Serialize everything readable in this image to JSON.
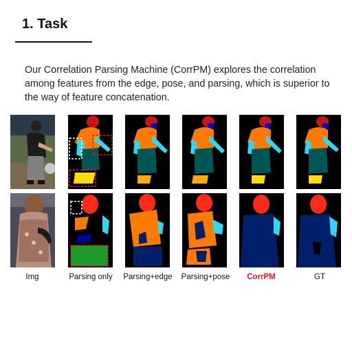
{
  "section": {
    "title": "1. Task"
  },
  "description": "Our Correlation Parsing Machine (CorrPM) explores the correlation among features from the edge, pose, and parsing, which is superior to the way of feature concatenation.",
  "columns": [
    {
      "label": "Img",
      "color": "#111111"
    },
    {
      "label": "Parsing only",
      "color": "#111111"
    },
    {
      "label": "Parsing+edge",
      "color": "#111111"
    },
    {
      "label": "Parsing+pose",
      "color": "#111111"
    },
    {
      "label": "CorrPM",
      "color": "#e8161b",
      "bold": true
    },
    {
      "label": "GT",
      "color": "#111111"
    }
  ],
  "colors": {
    "hair": "#c81414",
    "head": "#0000cc",
    "upper_clothes": "#ff7a00",
    "arm": "#33d6f0",
    "pants": "#005555",
    "shoes": "#ffdd00",
    "dress": "#001f6b",
    "face": "#ff2a1a",
    "skirt_error": "#1e9a2a",
    "highlight_red": "#e8161b",
    "highlight_white": "#ffffff"
  }
}
